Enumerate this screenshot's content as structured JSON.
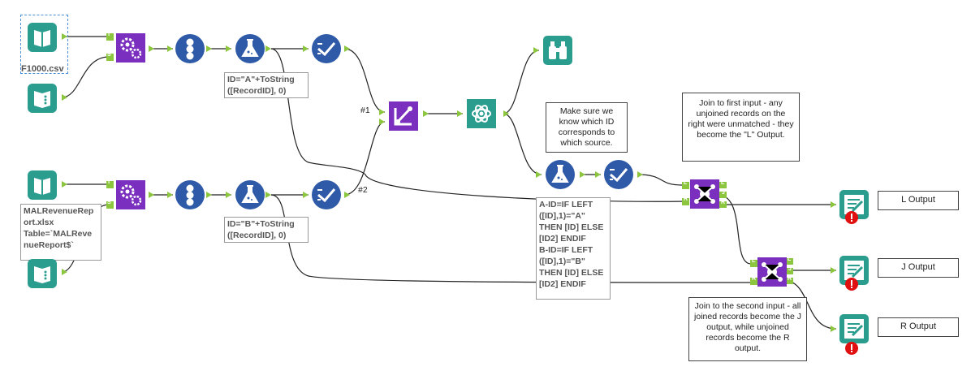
{
  "tools": {
    "input1": {
      "label": "F1000.csv"
    },
    "input2": {
      "label": "MALRevenueRep\nort.xlsx\nTable=`MALReve\nnueReport$`"
    },
    "formula1": {
      "label": "ID=\"A\"+ToString\n([RecordID], 0)"
    },
    "formula2": {
      "label": "ID=\"B\"+ToString\n([RecordID], 0)"
    },
    "formula3": {
      "label": "A-ID=IF LEFT\n([ID],1)=\"A\"\nTHEN [ID] ELSE\n[ID2] ENDIF\nB-ID=IF LEFT\n([ID],1)=\"B\"\nTHEN [ID] ELSE\n[ID2] ENDIF"
    }
  },
  "connections": {
    "c1": "#1",
    "c2": "#2"
  },
  "comments": {
    "c_source": "Make sure we know which ID corresponds to which source.",
    "c_join1": "Join to first input - any unjoined records on the right were unmatched - they become the \"L\" Output.",
    "c_join2": "Join to the second input - all joined records become the J output, while unjoined records become the R output."
  },
  "outputs": {
    "l": "L Output",
    "j": "J Output",
    "r": "R Output"
  },
  "anchors": {
    "t": "T",
    "s": "S",
    "l": "L",
    "r": "R",
    "j": "J"
  },
  "colors": {
    "input_teal": "#2a9d8f",
    "prep_blue": "#2f5aa8",
    "join_purple": "#7b2fbf",
    "anchor_green": "#8cc63f",
    "error_red": "#e01010"
  }
}
